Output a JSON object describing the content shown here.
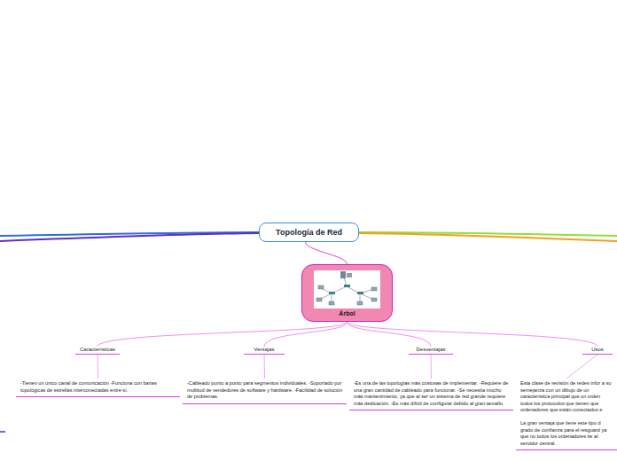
{
  "diagram": {
    "nodes": [
      {
        "text": [
          "Topología de Red"
        ]
      },
      {
        "text": [
          "Árbol"
        ]
      },
      {
        "text": [
          "Características"
        ]
      },
      {
        "text": [
          "Ventajas"
        ]
      },
      {
        "text": [
          "Desventajas"
        ]
      },
      {
        "text": [
          "Usos"
        ]
      },
      {
        "text": [
          "-Tienen un único canal de comunicación -Funciona con barias topológicas de estrellas interconectadas entre sí."
        ]
      },
      {
        "text": [
          "-Cableado punto a punto para segmentos individuales. -Soportado por multitud de vendedores de software y hardware. -Facilidad de solución de problemas."
        ]
      },
      {
        "text": [
          "-Es una de las topologías más costosas de implementar. -Requiere de una gran cantidad de cableado para funcionar. -Se necesita mucho más mantenimiento, ya que al ser un sistema de red grande requiere más dedicación. -Es más difícil de configurar debido al gran tamaño"
        ]
      },
      {
        "text": [
          "Esta clase de revisión de redes infor a su semejanza con un dibujo de un característica principal que un orden todos los protocolos que tienen que ordenadores que están conectados e",
          "La gran ventaja que tiene este tipo d grado de confianza para el resguard ya que no todos los ordenadores tie al servidor central."
        ]
      }
    ],
    "edges": [
      {
        "from": 0,
        "to": 1,
        "arrow": "none"
      },
      {
        "from": 1,
        "to": 2,
        "arrow": "none"
      },
      {
        "from": 1,
        "to": 3,
        "arrow": "none"
      },
      {
        "from": 1,
        "to": 4,
        "arrow": "none"
      },
      {
        "from": 1,
        "to": 5,
        "arrow": "none"
      },
      {
        "from": 2,
        "to": 6,
        "arrow": "none"
      },
      {
        "from": 3,
        "to": 7,
        "arrow": "none"
      },
      {
        "from": 4,
        "to": 8,
        "arrow": "none"
      },
      {
        "from": 5,
        "to": 9,
        "arrow": "none"
      }
    ]
  }
}
